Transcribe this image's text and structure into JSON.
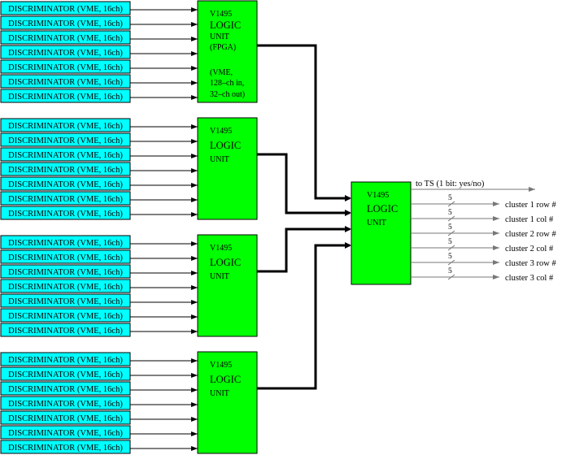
{
  "discriminator_label": "DISCRIMINATOR (VME, 16ch)",
  "logic_units": [
    {
      "lines": [
        "V1495",
        "LOGIC",
        "UNIT",
        "(FPGA)",
        "(VME,",
        "128–ch in,",
        "32–ch out)"
      ]
    },
    {
      "lines": [
        "V1495",
        "LOGIC",
        "UNIT"
      ]
    },
    {
      "lines": [
        "V1495",
        "LOGIC",
        "UNIT"
      ]
    },
    {
      "lines": [
        "V1495",
        "LOGIC",
        "UNIT"
      ]
    }
  ],
  "final_unit": {
    "lines": [
      "V1495",
      "LOGIC",
      "UNIT"
    ]
  },
  "trigger_output": "to TS (1 bit: yes/no)",
  "outputs": [
    {
      "label": "cluster 1 row #",
      "width": "5"
    },
    {
      "label": "cluster 1 col #",
      "width": "5"
    },
    {
      "label": "cluster 2 row #",
      "width": "5"
    },
    {
      "label": "cluster 2 col #",
      "width": "5"
    },
    {
      "label": "cluster 3 row #",
      "width": "5"
    },
    {
      "label": "cluster 3 col #",
      "width": "5"
    }
  ],
  "colors": {
    "discriminator": "#00ffff",
    "logic_unit": "#00ff00",
    "trigger_line": "#777777"
  }
}
